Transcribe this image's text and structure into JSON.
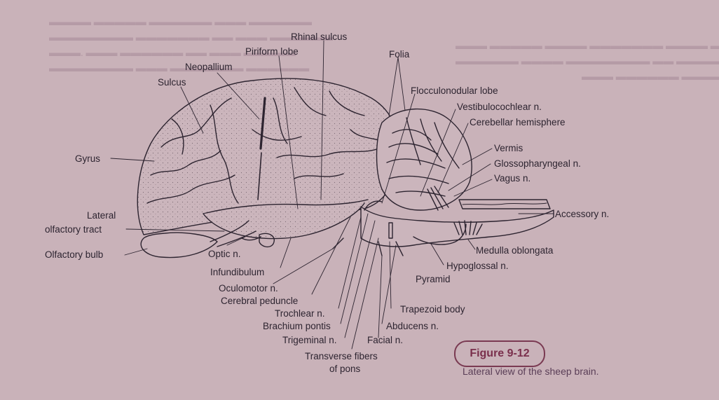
{
  "figure": {
    "number": "Figure 9-12",
    "caption": "Lateral view of the sheep brain."
  },
  "labels": {
    "rhinal_sulcus": "Rhinal sulcus",
    "piriform_lobe": "Piriform lobe",
    "folia": "Folia",
    "neopallium": "Neopallium",
    "sulcus": "Sulcus",
    "flocculonodular_lobe": "Flocculonodular lobe",
    "vestibulocochlear_n": "Vestibulocochlear n.",
    "cerebellar_hemisphere": "Cerebellar hemisphere",
    "vermis": "Vermis",
    "glossopharyngeal_n": "Glossopharyngeal n.",
    "vagus_n": "Vagus n.",
    "gyrus": "Gyrus",
    "accessory_n": "Accessory n.",
    "lateral": "Lateral",
    "olfactory_tract": "olfactory tract",
    "olfactory_bulb": "Olfactory bulb",
    "optic_n": "Optic n.",
    "medulla_oblongata": "Medulla oblongata",
    "infundibulum": "Infundibulum",
    "hypoglossal_n": "Hypoglossal n.",
    "pyramid": "Pyramid",
    "oculomotor_n": "Oculomotor n.",
    "cerebral_peduncle": "Cerebral peduncle",
    "trochlear_n": "Trochlear n.",
    "trapezoid_body": "Trapezoid body",
    "brachium_pontis": "Brachium pontis",
    "abducens_n": "Abducens n.",
    "trigeminal_n": "Trigeminal n.",
    "facial_n": "Facial n.",
    "transverse_fibers": "Transverse fibers",
    "of_pons": "of pons"
  },
  "colors": {
    "background": "#c9b2b9",
    "ink": "#2d2430",
    "accent": "#7a2f4c"
  }
}
